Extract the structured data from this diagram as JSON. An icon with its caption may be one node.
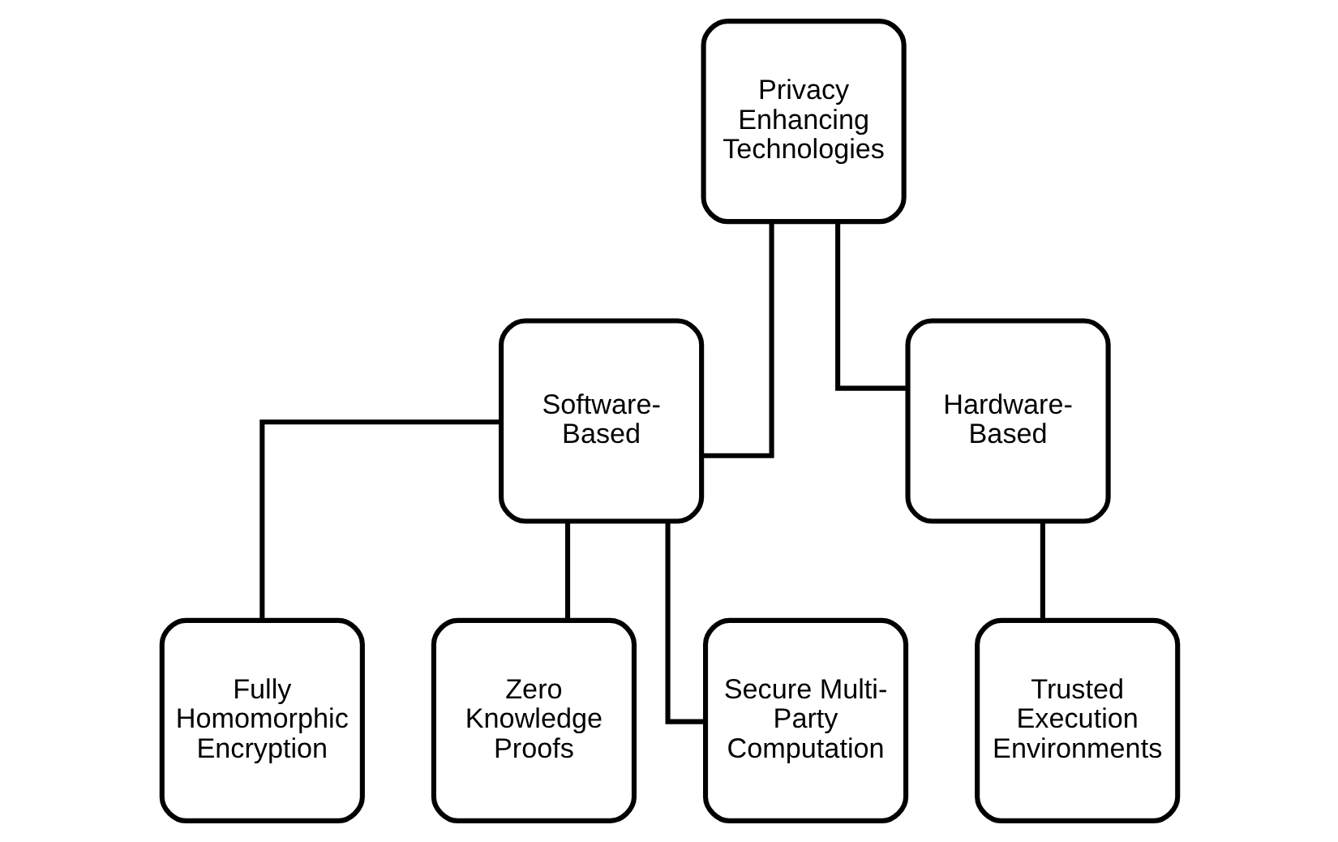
{
  "diagram": {
    "nodes": [
      {
        "text": [
          "Privacy Enhancing Technologies"
        ]
      },
      {
        "text": [
          "Software-Based"
        ]
      },
      {
        "text": [
          "Hardware-Based"
        ]
      },
      {
        "text": [
          "Fully Homomorphic Encryption"
        ]
      },
      {
        "text": [
          "Zero Knowledge Proofs"
        ]
      },
      {
        "text": [
          "Secure Multi-Party Computation"
        ]
      },
      {
        "text": [
          "Trusted Execution Environments"
        ]
      }
    ],
    "edges": [
      {
        "from": 0,
        "to": 1,
        "arrow": "none"
      },
      {
        "from": 0,
        "to": 2,
        "arrow": "none"
      },
      {
        "from": 1,
        "to": 3,
        "arrow": "none"
      },
      {
        "from": 1,
        "to": 4,
        "arrow": "none"
      },
      {
        "from": 1,
        "to": 5,
        "arrow": "none"
      },
      {
        "from": 2,
        "to": 6,
        "arrow": "none"
      }
    ]
  }
}
